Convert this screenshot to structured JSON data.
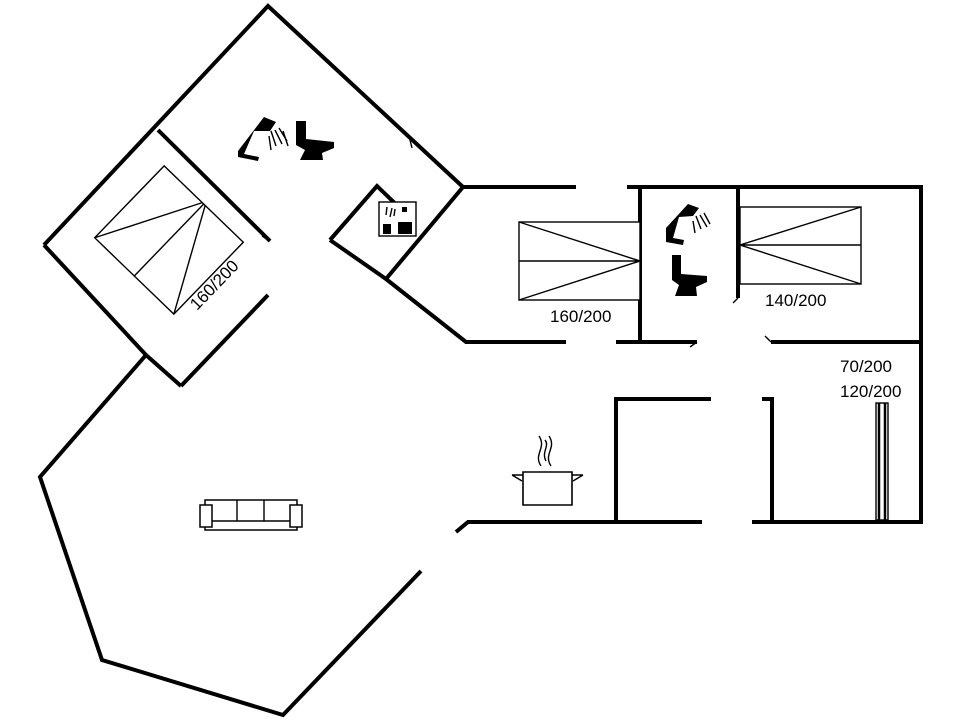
{
  "labels": {
    "bed_rotated": "160/200",
    "bed_center": "160/200",
    "bed_right": "140/200",
    "bunk_top": "70/200",
    "bunk_bottom": "120/200"
  },
  "icons": [
    "shower-icon",
    "toilet-icon",
    "sauna-icon",
    "cooking-pot-icon",
    "sofa-icon",
    "bed-icon"
  ]
}
